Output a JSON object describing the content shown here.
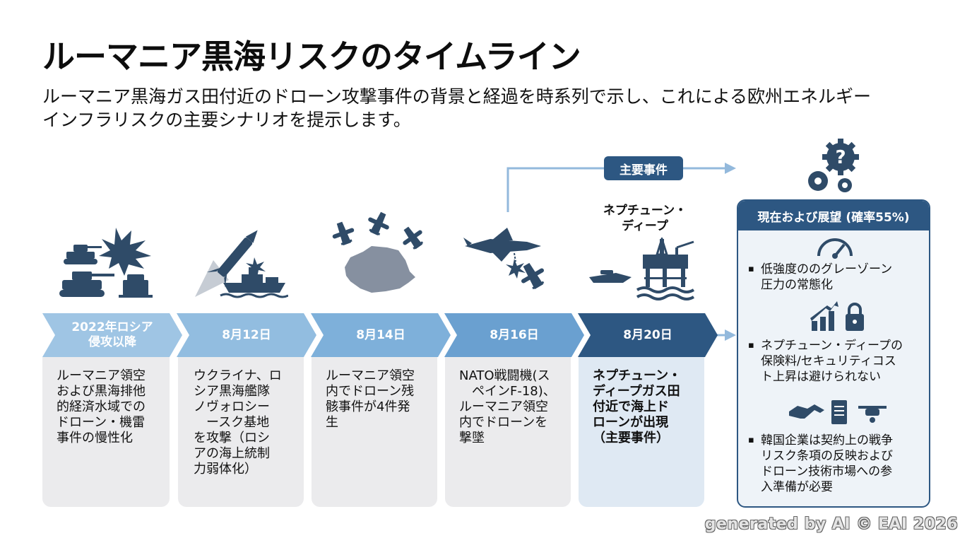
{
  "title": "ルーマニア黒海リスクのタイムライン",
  "subtitle": {
    "line1": "ルーマニア黒海ガス田付近のドローン攻撃事件の背景と経過を時系列で示し、これによる欧州エネルギー",
    "line2": "インフラリスクの主要シナリオを提示します。"
  },
  "timeline": [
    {
      "label_line1": "2022年ロシア",
      "label_line2": "侵攻以降",
      "desc": [
        "ルーマニア領空",
        "および黒海排他",
        "的経済水域での",
        "ドローン・機雷",
        "事件の慢性化"
      ]
    },
    {
      "label_line1": "8月12日",
      "label_line2": "",
      "desc": [
        "ウクライナ、ロ",
        "シア黒海艦隊",
        "ノヴォロシー",
        "　ースク基地",
        "を攻撃（ロシ",
        "アの海上統制",
        "力弱体化）"
      ]
    },
    {
      "label_line1": "8月14日",
      "label_line2": "",
      "desc": [
        "ルーマニア領空",
        "内でドローン残",
        "骸事件が4件発",
        "生"
      ]
    },
    {
      "label_line1": "8月16日",
      "label_line2": "",
      "desc": [
        "NATO戦闘機(ス",
        "　ペインF-18)、",
        "ルーマニア領空",
        "内でドローンを",
        "撃墜"
      ]
    },
    {
      "label_line1": "8月20日",
      "label_line2": "",
      "desc": [
        "ネプチューン・",
        "ディープガス田",
        "付近で海上ド",
        "ローンが出現",
        "（主要事件）"
      ]
    }
  ],
  "major_event": {
    "label": "主要事件",
    "name_line1": "ネプチューン・",
    "name_line2": "ディープ"
  },
  "outlook": {
    "header": "現在および展望 (確率55%)",
    "bullets": [
      {
        "lines": [
          "低強度ののグレーゾーン",
          "圧力の常態化"
        ],
        "icon": "gauge-icon"
      },
      {
        "lines": [
          "ネプチューン・ディープの",
          "保険料/セキュリティコス",
          "ト上昇は避けられない"
        ],
        "icon": "chart-lock-icon"
      },
      {
        "lines": [
          "韓国企業は契約上の戦争",
          "リスク条項の反映および",
          "ドローン技術市場への参",
          "入準備が必要"
        ],
        "icon": "handshake-doc-drone-icon"
      }
    ]
  },
  "watermark": "generated by AI © EAI 2026",
  "colors": {
    "chev1": "#9fc5e4",
    "chev2": "#92bde0",
    "chev3": "#7eb0da",
    "chev4": "#6aa0d0",
    "chev5": "#2d5782",
    "icon": "#2f4b68",
    "arrow": "#93b9dc"
  }
}
